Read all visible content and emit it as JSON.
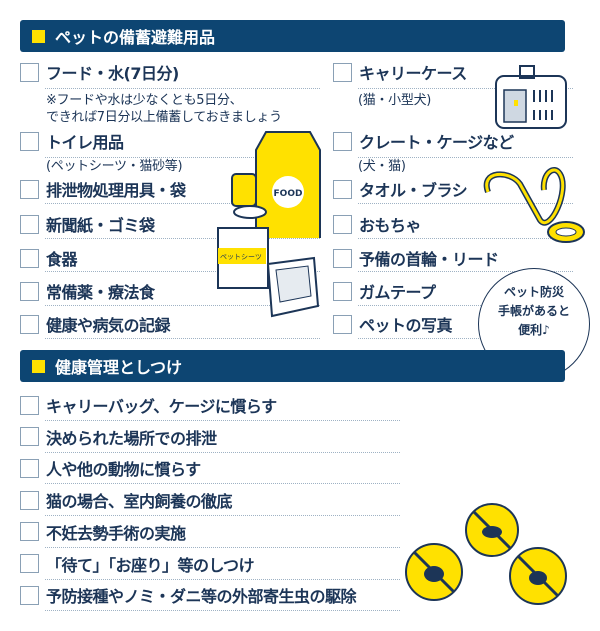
{
  "section1": {
    "title": "ペットの備蓄避難用品",
    "left": [
      {
        "label": "フード・水(7日分)",
        "note": [
          "※フードや水は少なくとも5日分、",
          "できれば7日分以上備蓄しておきましょう"
        ]
      },
      {
        "label": "トイレ用品",
        "note": [
          "(ペットシーツ・猫砂等)"
        ]
      },
      {
        "label": "排泄物処理用具・袋"
      },
      {
        "label": "新聞紙・ゴミ袋"
      },
      {
        "label": "食器"
      },
      {
        "label": "常備薬・療法食"
      },
      {
        "label": "健康や病気の記録"
      }
    ],
    "right": [
      {
        "label": "キャリーケース",
        "note": [
          "(猫・小型犬)"
        ]
      },
      {
        "label": "クレート・ケージなど",
        "note": [
          "(犬・猫)"
        ]
      },
      {
        "label": "タオル・ブラシ"
      },
      {
        "label": "おもちゃ"
      },
      {
        "label": "予備の首輪・リード"
      },
      {
        "label": "ガムテープ"
      },
      {
        "label": "ペットの写真"
      }
    ],
    "bubble": [
      "ペット防災",
      "手帳があると",
      "便利♪"
    ],
    "food_label": "FOOD",
    "sheet_label": "ペットシーツ"
  },
  "section2": {
    "title": "健康管理としつけ",
    "items": [
      "キャリーバッグ、ケージに慣らす",
      "決められた場所での排泄",
      "人や他の動物に慣らす",
      "猫の場合、室内飼養の徹底",
      "不妊去勢手術の実施",
      "「待て」「お座り」等のしつけ",
      "予防接種やノミ・ダニ等の外部寄生虫の駆除"
    ]
  },
  "colors": {
    "navy": "#0d4572",
    "yellow": "#ffe100"
  }
}
